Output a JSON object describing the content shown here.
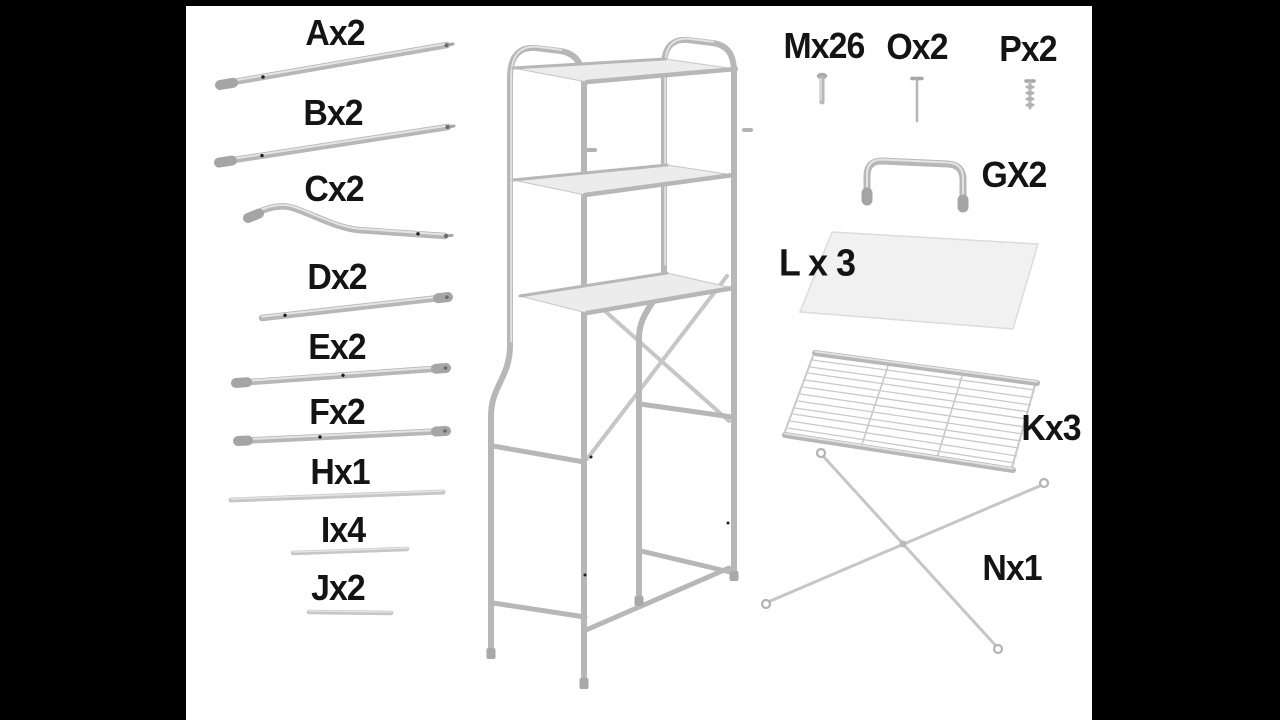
{
  "scene": {
    "type": "assembly-parts-diagram",
    "subject": "3-tier over-toilet storage rack exploded parts list",
    "background_color": "#000000",
    "canvas_color": "#ffffff",
    "label_color": "#141414",
    "tube_color": "#b7b7b7",
    "shelf_color": "#ececec"
  },
  "parts_diagram": {
    "left_column": [
      {
        "key": "A",
        "label": "Ax2",
        "shape": "long-straight-tube"
      },
      {
        "key": "B",
        "label": "Bx2",
        "shape": "long-straight-tube"
      },
      {
        "key": "C",
        "label": "Cx2",
        "shape": "s-bend-tube"
      },
      {
        "key": "D",
        "label": "Dx2",
        "shape": "straight-tube"
      },
      {
        "key": "E",
        "label": "Ex2",
        "shape": "straight-tube"
      },
      {
        "key": "F",
        "label": "Fx2",
        "shape": "straight-tube"
      },
      {
        "key": "H",
        "label": "Hx1",
        "shape": "long-thin-rod"
      },
      {
        "key": "I",
        "label": "Ix4",
        "shape": "short-thin-rod"
      },
      {
        "key": "J",
        "label": "Jx2",
        "shape": "short-thin-rod"
      }
    ],
    "hardware_row": [
      {
        "key": "M",
        "label": "Mx26",
        "shape": "bolt"
      },
      {
        "key": "O",
        "label": "Ox2",
        "shape": "long-screw"
      },
      {
        "key": "P",
        "label": "Px2",
        "shape": "wall-anchor"
      }
    ],
    "right_items": [
      {
        "key": "G",
        "label": "GX2",
        "shape": "u-handle"
      },
      {
        "key": "L",
        "label": "L x 3",
        "shape": "flat-shelf-panel"
      },
      {
        "key": "K",
        "label": "Kx3",
        "shape": "wire-grid-shelf"
      },
      {
        "key": "N",
        "label": "Nx1",
        "shape": "x-cross-brace"
      }
    ],
    "assembled_unit": {
      "shelves": 3,
      "view": "front-right perspective"
    }
  }
}
